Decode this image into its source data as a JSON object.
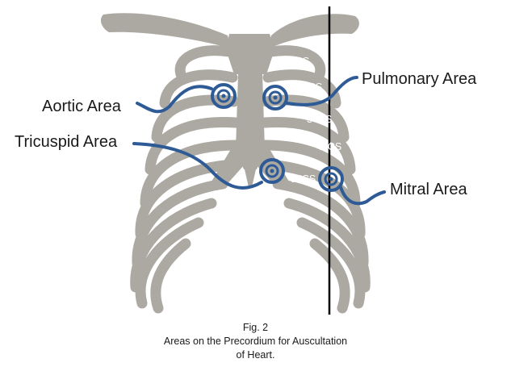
{
  "colors": {
    "bone": "#aba9a1",
    "marker": "#2e5b96",
    "midline": "#000000",
    "text": "#1a1a1a",
    "ics_text": "#ffffff"
  },
  "areas": {
    "aortic": "Aortic Area",
    "pulmonary": "Pulmonary Area",
    "tricuspid": "Tricuspid Area",
    "mitral": "Mitral Area"
  },
  "ics": [
    "1 ICS",
    "2 ICS",
    "3 ICS",
    "4 ICS",
    "5 ICS"
  ],
  "caption": {
    "fig": "Fig. 2",
    "line1": "Areas on the Precordium for Auscultation",
    "line2": "of Heart."
  }
}
